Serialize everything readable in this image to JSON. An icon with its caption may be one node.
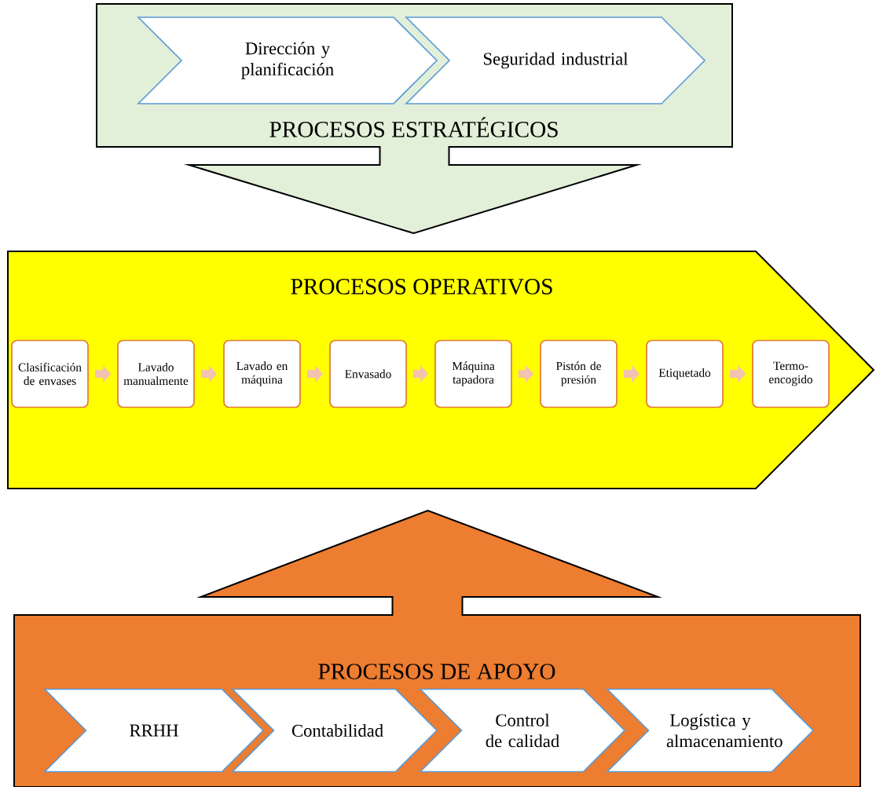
{
  "diagram": {
    "nodes": [
      {
        "text": [
          "PROCESOS ESTRATÉGICOS"
        ]
      },
      {
        "text": [
          "Dirección y planificación"
        ],
        "in": 0
      },
      {
        "text": [
          "Seguridad industrial"
        ],
        "in": 0
      },
      {
        "text": [
          "PROCESOS OPERATIVOS"
        ]
      },
      {
        "text": [
          "Clasificación de envases"
        ],
        "in": 3
      },
      {
        "text": [
          "Lavado manualmente"
        ],
        "in": 3
      },
      {
        "text": [
          "Lavado en máquina"
        ],
        "in": 3
      },
      {
        "text": [
          "Envasado"
        ],
        "in": 3
      },
      {
        "text": [
          "Máquina tapadora"
        ],
        "in": 3
      },
      {
        "text": [
          "Pistón de presión"
        ],
        "in": 3
      },
      {
        "text": [
          "Etiquetado"
        ],
        "in": 3
      },
      {
        "text": [
          "Termo-encogido"
        ],
        "in": 3
      },
      {
        "text": [
          "PROCESOS DE APOYO"
        ]
      },
      {
        "text": [
          "RRHH"
        ],
        "in": 12
      },
      {
        "text": [
          "Contabilidad"
        ],
        "in": 12
      },
      {
        "text": [
          "Control de calidad"
        ],
        "in": 12
      },
      {
        "text": [
          "Logística y almacenamiento"
        ],
        "in": 12
      }
    ],
    "edges": [
      {
        "from": 4,
        "to": 5,
        "arrow": "to"
      },
      {
        "from": 5,
        "to": 6,
        "arrow": "to"
      },
      {
        "from": 6,
        "to": 7,
        "arrow": "to"
      },
      {
        "from": 7,
        "to": 8,
        "arrow": "to"
      },
      {
        "from": 8,
        "to": 9,
        "arrow": "to"
      },
      {
        "from": 9,
        "to": 10,
        "arrow": "to"
      },
      {
        "from": 10,
        "to": 11,
        "arrow": "to"
      }
    ]
  }
}
